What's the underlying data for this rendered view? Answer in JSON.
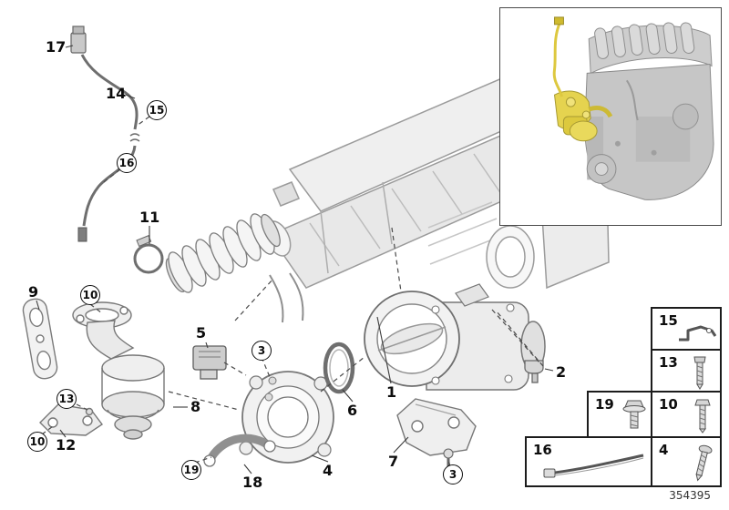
{
  "diagram": {
    "part_number": "354395",
    "callouts": [
      {
        "label": "17",
        "style": "plain"
      },
      {
        "label": "14",
        "style": "plain"
      },
      {
        "label": "15",
        "style": "circled"
      },
      {
        "label": "16",
        "style": "circled"
      },
      {
        "label": "11",
        "style": "plain"
      },
      {
        "label": "9",
        "style": "plain"
      },
      {
        "label": "10",
        "style": "circled"
      },
      {
        "label": "5",
        "style": "plain"
      },
      {
        "label": "3",
        "style": "circled"
      },
      {
        "label": "8",
        "style": "plain"
      },
      {
        "label": "13",
        "style": "circled"
      },
      {
        "label": "10",
        "style": "circled"
      },
      {
        "label": "12",
        "style": "plain"
      },
      {
        "label": "19",
        "style": "circled"
      },
      {
        "label": "18",
        "style": "plain"
      },
      {
        "label": "4",
        "style": "plain"
      },
      {
        "label": "6",
        "style": "plain"
      },
      {
        "label": "1",
        "style": "plain"
      },
      {
        "label": "7",
        "style": "plain"
      },
      {
        "label": "3",
        "style": "circled"
      },
      {
        "label": "2",
        "style": "plain"
      }
    ]
  },
  "legend": {
    "cells": [
      {
        "label": "15",
        "icon": "retaining-clip-icon"
      },
      {
        "label": "13",
        "icon": "screw-icon"
      },
      {
        "label": "19",
        "icon": "flange-bolt-icon"
      },
      {
        "label": "10",
        "icon": "hex-bolt-icon"
      },
      {
        "label": "16",
        "icon": "cable-tie-icon"
      },
      {
        "label": "4",
        "icon": "torx-screw-icon"
      }
    ]
  }
}
